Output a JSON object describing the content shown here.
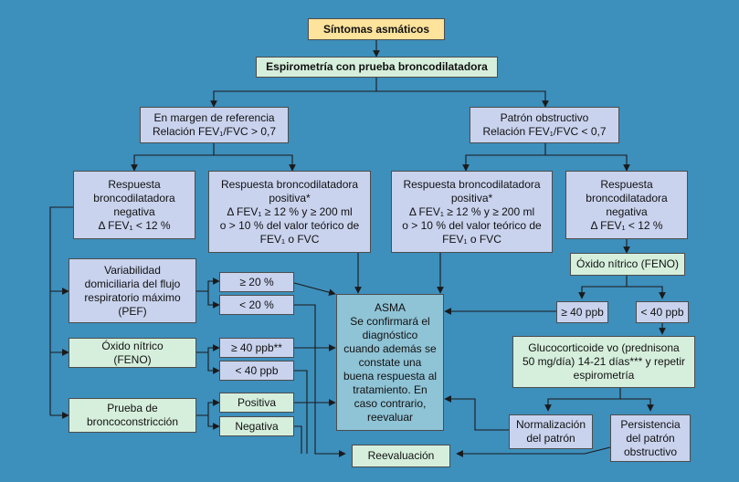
{
  "nodes": {
    "symptoms": "Síntomas asmáticos",
    "spirometry": "Espirometría con prueba broncodilatadora",
    "reference_margin": "En margen de referencia\nRelación FEV₁/FVC > 0,7",
    "obstructive_pattern": "Patrón obstructivo\nRelación FEV₁/FVC < 0,7",
    "left_negative": "Respuesta\nbroncodilatadora\nnegativa\nΔ FEV₁ < 12 %",
    "left_positive": "Respuesta broncodilatadora\npositiva*\nΔ FEV₁ ≥ 12 % y ≥ 200 ml\no > 10 % del valor teórico de\nFEV₁ o FVC",
    "right_positive": "Respuesta broncodilatadora\npositiva*\nΔ FEV₁ ≥ 12 % y ≥ 200 ml\no > 10 % del valor teórico de\nFEV₁ o FVC",
    "right_negative": "Respuesta\nbroncodilatadora\nnegativa\nΔ FEV₁ < 12 %",
    "pef": "Variabilidad\ndomiciliaria del flujo\nrespiratorio máximo\n(PEF)",
    "pef_high": "≥ 20 %",
    "pef_low": "< 20 %",
    "feno_left": "Óxido nítrico\n(FENO)",
    "feno_left_high": "≥ 40 ppb**",
    "feno_left_low": "< 40 ppb",
    "bronchoconstriction": "Prueba de\nbroncoconstricción",
    "bc_positive": "Positiva",
    "bc_negative": "Negativa",
    "asma": "ASMA\nSe confirmará el\ndiagnóstico\ncuando además se\nconstate una\nbuena respuesta al\ntratamiento. En\ncaso contrario,\nreevaluar",
    "reevaluation": "Reevaluación",
    "feno_right": "Óxido nítrico (FENO)",
    "feno_right_high": "≥ 40 ppb",
    "feno_right_low": "< 40 ppb",
    "glucocorticoid": "Glucocorticoide vo (prednisona\n50 mg/día) 14-21 días*** y repetir\nespirometría",
    "normalization": "Normalización\ndel patrón",
    "persistence": "Persistencia\ndel patrón\nobstructivo"
  },
  "colors": {
    "background": "#3d8fbc",
    "blue_box": "#c9d3ee",
    "green_box": "#d6efdc",
    "yellow_box": "#fde39b",
    "asma_box": "#8fc3d6"
  }
}
